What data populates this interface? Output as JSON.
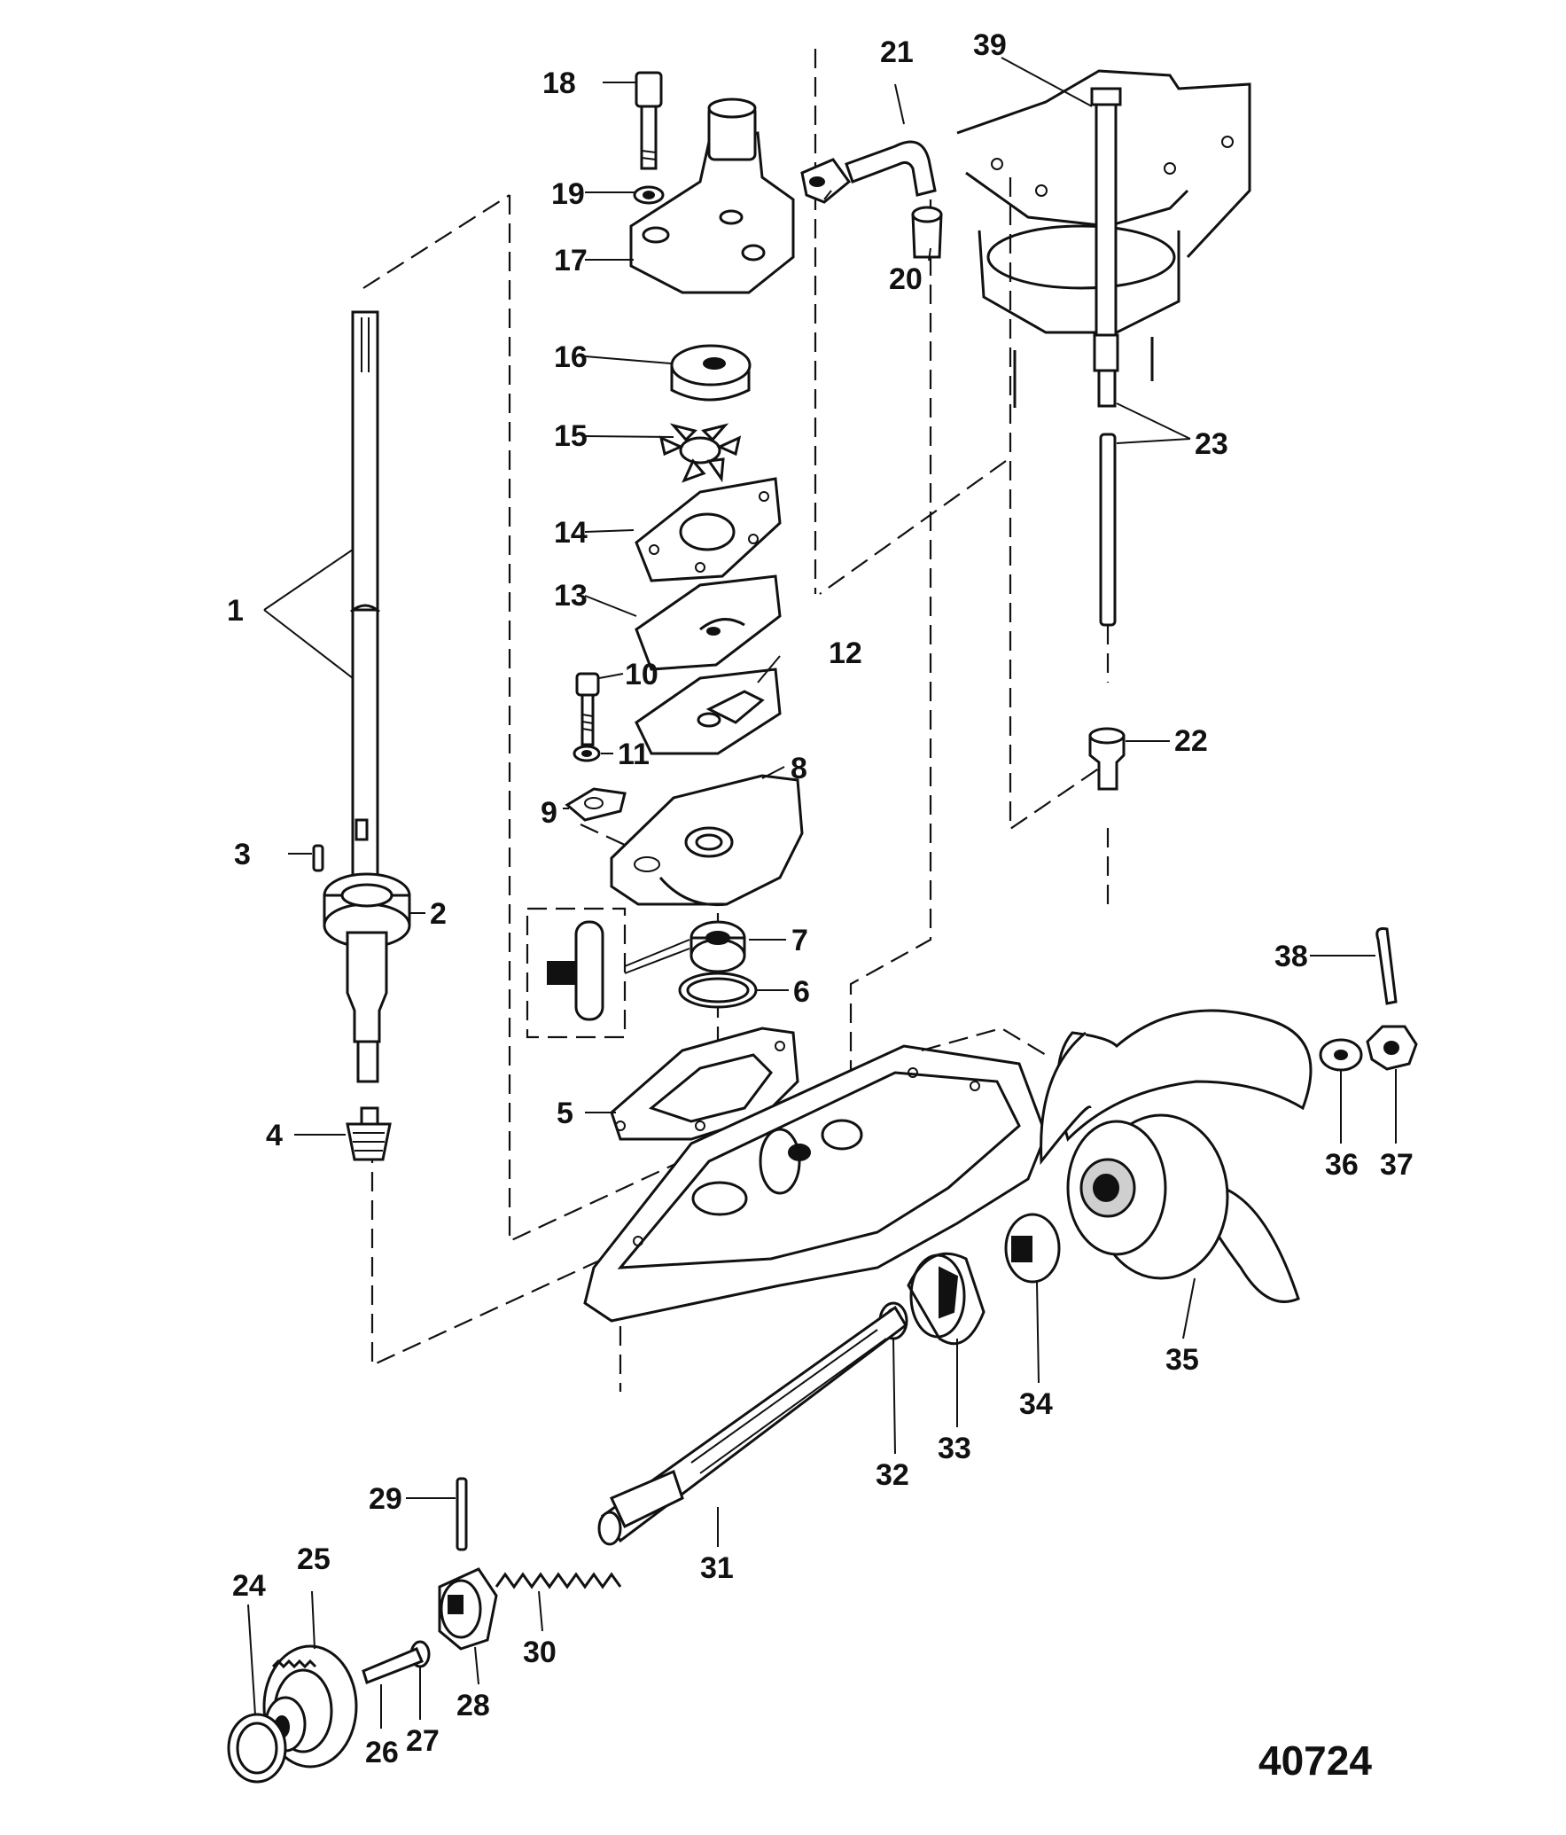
{
  "diagram": {
    "drawing_number": "40724",
    "part_labels": {
      "p1": "1",
      "p2": "2",
      "p3": "3",
      "p4": "4",
      "p5": "5",
      "p6": "6",
      "p7": "7",
      "p8": "8",
      "p9": "9",
      "p10": "10",
      "p11": "11",
      "p12": "12",
      "p13": "13",
      "p14": "14",
      "p15": "15",
      "p16": "16",
      "p17": "17",
      "p18": "18",
      "p19": "19",
      "p20": "20",
      "p21": "21",
      "p22": "22",
      "p23": "23",
      "p24": "24",
      "p25": "25",
      "p26": "26",
      "p27": "27",
      "p28": "28",
      "p29": "29",
      "p30": "30",
      "p31": "31",
      "p32": "32",
      "p33": "33",
      "p34": "34",
      "p35": "35",
      "p36": "36",
      "p37": "37",
      "p38": "38",
      "p39": "39"
    }
  }
}
